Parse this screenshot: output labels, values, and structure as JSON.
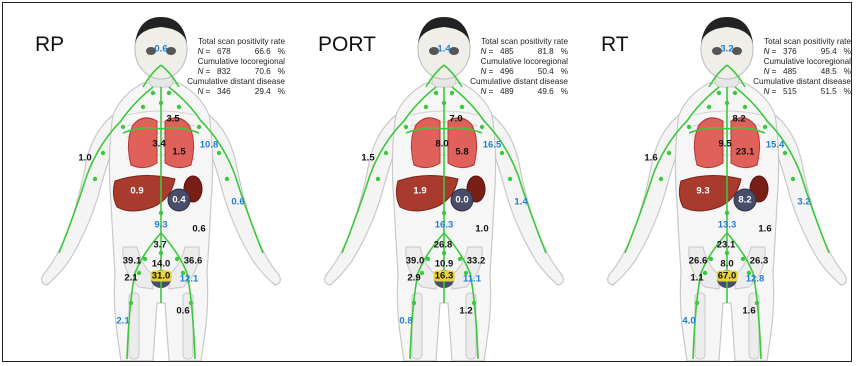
{
  "panels": [
    {
      "title": "RP",
      "stats": {
        "positivity_label": "Total scan positivity rate",
        "positivity_n": "678",
        "positivity_pct": "66.6",
        "locoregional_label": "Cumulative locoregional",
        "locoregional_n": "832",
        "locoregional_pct": "70.6",
        "distant_label": "Cumulative distant disease",
        "distant_n": "346",
        "distant_pct": "29.4"
      },
      "labels": {
        "head": "0.6",
        "mediastinum": "3.5",
        "left_lung": "3.4",
        "right_lung": "1.5",
        "right_arm": "1.0",
        "left_shoulder": "10.8",
        "liver": "0.9",
        "adrenal": "0.4",
        "spine": "9.3",
        "pelvic_bone": "0.6",
        "left_forearm": "0.6",
        "para_aortic": "3.7",
        "common_iliac_r": "39.1",
        "common_iliac_m": "14.0",
        "common_iliac_l": "36.6",
        "inguinal_r": "2.1",
        "prostate_bed": "31.0",
        "pelvic_l": "12.1",
        "femur_r": "2.1",
        "femur_l": "0.6"
      }
    },
    {
      "title": "PORT",
      "stats": {
        "positivity_label": "Total scan positivity rate",
        "positivity_n": "485",
        "positivity_pct": "81.8",
        "locoregional_label": "Cumulative locoregional",
        "locoregional_n": "496",
        "locoregional_pct": "50.4",
        "distant_label": "Cumulative distant disease",
        "distant_n": "489",
        "distant_pct": "49.6"
      },
      "labels": {
        "head": "1.4",
        "mediastinum": "7.0",
        "left_lung": "8.0",
        "right_lung": "5.8",
        "right_arm": "1.5",
        "left_shoulder": "16.5",
        "liver": "1.9",
        "adrenal": "0.0",
        "spine": "16.3",
        "pelvic_bone": "1.0",
        "left_forearm": "1.4",
        "para_aortic": "26.8",
        "common_iliac_r": "39.0",
        "common_iliac_m": "10.9",
        "common_iliac_l": "33.2",
        "inguinal_r": "2.9",
        "prostate_bed": "16.3",
        "pelvic_l": "11.1",
        "femur_r": "0.8",
        "femur_l": "1.2"
      }
    },
    {
      "title": "RT",
      "stats": {
        "positivity_label": "Total scan positivity rate",
        "positivity_n": "376",
        "positivity_pct": "95.4",
        "locoregional_label": "Cumulative locoregional",
        "locoregional_n": "485",
        "locoregional_pct": "48.5",
        "distant_label": "Cumulative distant disease",
        "distant_n": "515",
        "distant_pct": "51.5"
      },
      "labels": {
        "head": "3.2",
        "mediastinum": "8.2",
        "left_lung": "9.5",
        "right_lung": "23.1",
        "right_arm": "1.6",
        "left_shoulder": "15.4",
        "liver": "9.3",
        "adrenal": "8.2",
        "spine": "13.3",
        "pelvic_bone": "1.6",
        "left_forearm": "3.2",
        "para_aortic": "23.1",
        "common_iliac_r": "26.6",
        "common_iliac_m": "8.0",
        "common_iliac_l": "26.3",
        "inguinal_r": "1.1",
        "prostate_bed": "67.0",
        "pelvic_l": "12.8",
        "femur_r": "4.0",
        "femur_l": "1.6"
      }
    }
  ],
  "colors": {
    "lymph": "#3cc83c",
    "lung": "#e0605a",
    "liver": "#a83a2e",
    "blue_value": "#1f7fd0"
  }
}
